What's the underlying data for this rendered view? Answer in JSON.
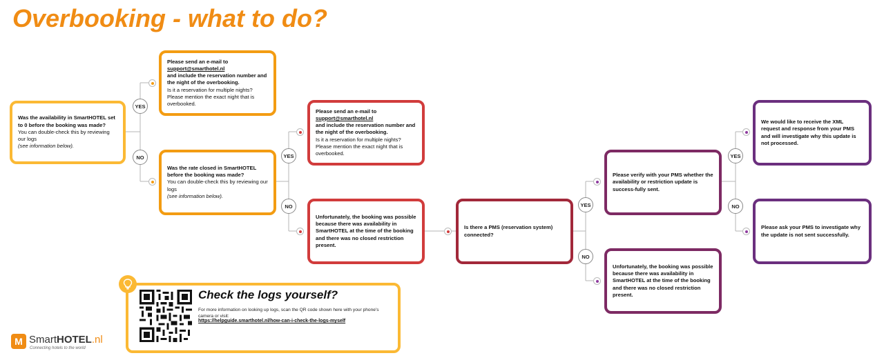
{
  "title": "Overbooking - what to do?",
  "badges": {
    "yes": "YES",
    "no": "NO"
  },
  "boxes": {
    "q1": {
      "bold": "Was the availability in SmartHOTEL set to 0 before the booking was made?",
      "normal": "You can double-check this by reviewing our logs",
      "italic": "(see information below)."
    },
    "email1": {
      "pre": "Please send an e-mail to",
      "link": "support@smarthotel.nl",
      "post": "and include the reservation number and the night of the overbooking.",
      "note": "Is it a reservation for multiple nights? Please mention the exact night that is overbooked."
    },
    "q2": {
      "bold": "Was the rate closed in SmartHOTEL before the booking was made?",
      "normal": "You can double-check this by reviewing our logs",
      "italic": "(see information below)."
    },
    "email2": {
      "pre": "Please send an e-mail to",
      "link": "support@smarthotel.nl",
      "post": "and include the reservation number and the night of the overbooking.",
      "note": "Is it a reservation for multiple nights? Please mention the exact night that is overbooked."
    },
    "unfortunate1": "Unfortunately, the booking was possible because there was availability in SmartHOTEL at the time of the booking and there was no closed restriction present.",
    "pms": "Is there a PMS (reservation system) connected?",
    "verify": "Please verify with your PMS whether the availability or restriction update is success-fully sent.",
    "unfortunate2": "Unfortunately, the booking was possible because there was availability in SmartHOTEL at the time of the booking and there was no closed restriction present.",
    "xml": "We would like to receive the XML request and response from your PMS and will investigate why this update is not processed.",
    "askpms": "Please ask your PMS to investigate why the update is not sent successfully."
  },
  "logs": {
    "title": "Check the logs yourself?",
    "text": "For more information on looking up logs, scan the QR code shown here with your phone's camera or visit:",
    "link": "https://helpguide.smarthotel.nl/how-can-i-check-the-logs-myself"
  },
  "logo": {
    "name_regular": "Smart",
    "name_bold": "HOTEL",
    "name_tld": ".nl",
    "tagline": "Connecting hotels to the world"
  },
  "colors": {
    "title": "#f08c14",
    "yellow": "#fbb934",
    "orange": "#f39c12",
    "red": "#d13c3c",
    "maroon": "#a2283a",
    "purple": "#6b2f7e"
  }
}
